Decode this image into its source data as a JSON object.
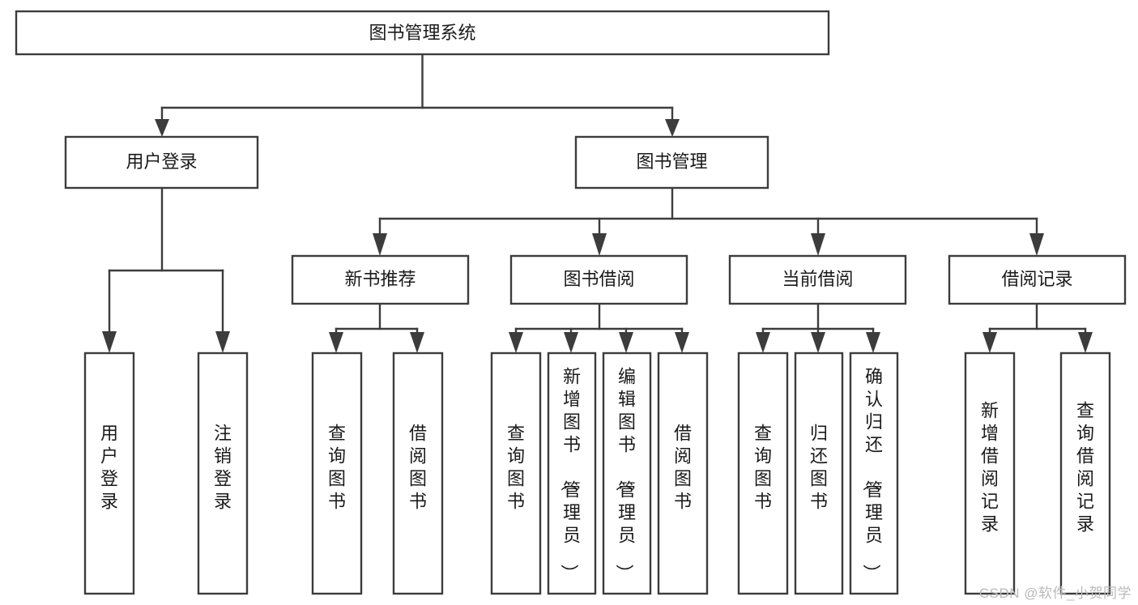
{
  "diagram": {
    "type": "tree-hierarchy-chart",
    "title": "图书管理系统",
    "watermark": "CSDN @软件_小贺同学",
    "colors": {
      "stroke": "#3c3c3c",
      "box_fill": "#ffffff",
      "text": "#1a1a1a",
      "background": "#ffffff",
      "watermark": "#b9b9b9"
    },
    "levels": {
      "root": {
        "label": "图书管理系统"
      },
      "level2": [
        {
          "id": "user-login",
          "label": "用户登录"
        },
        {
          "id": "book-management",
          "label": "图书管理"
        }
      ],
      "level3": [
        {
          "id": "new-book-recommend",
          "label": "新书推荐",
          "parent": "book-management"
        },
        {
          "id": "book-borrow",
          "label": "图书借阅",
          "parent": "book-management"
        },
        {
          "id": "current-borrow",
          "label": "当前借阅",
          "parent": "book-management"
        },
        {
          "id": "borrow-record",
          "label": "借阅记录",
          "parent": "book-management"
        }
      ],
      "leaves": [
        {
          "id": "leaf-user-login",
          "label": "用户登录",
          "parent": "user-login"
        },
        {
          "id": "leaf-logout-login",
          "label": "注销登录",
          "parent": "user-login"
        },
        {
          "id": "leaf-query-book-1",
          "label": "查询图书",
          "parent": "new-book-recommend"
        },
        {
          "id": "leaf-borrow-book-1",
          "label": "借阅图书",
          "parent": "new-book-recommend"
        },
        {
          "id": "leaf-query-book-2",
          "label": "查询图书",
          "parent": "book-borrow"
        },
        {
          "id": "leaf-add-book",
          "label": "新增图书（管理员）",
          "parent": "book-borrow"
        },
        {
          "id": "leaf-edit-book",
          "label": "编辑图书（管理员）",
          "parent": "book-borrow"
        },
        {
          "id": "leaf-borrow-book-2",
          "label": "借阅图书",
          "parent": "book-borrow"
        },
        {
          "id": "leaf-query-book-3",
          "label": "查询图书",
          "parent": "current-borrow"
        },
        {
          "id": "leaf-return-book",
          "label": "归还图书",
          "parent": "current-borrow"
        },
        {
          "id": "leaf-confirm-return",
          "label": "确认归还（管理员）",
          "parent": "current-borrow"
        },
        {
          "id": "leaf-add-record",
          "label": "新增借阅记录",
          "parent": "borrow-record"
        },
        {
          "id": "leaf-query-record",
          "label": "查询借阅记录",
          "parent": "borrow-record"
        }
      ]
    }
  }
}
